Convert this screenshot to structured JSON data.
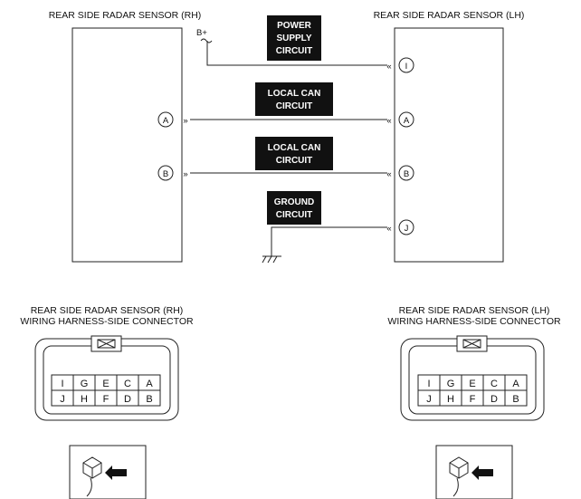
{
  "top": {
    "rh_title": "REAR SIDE RADAR SENSOR (RH)",
    "lh_title": "REAR SIDE RADAR SENSOR (LH)",
    "b_plus": "B+",
    "circuits": {
      "power": [
        "POWER",
        "SUPPLY",
        "CIRCUIT"
      ],
      "can1": [
        "LOCAL CAN",
        "CIRCUIT"
      ],
      "can2": [
        "LOCAL CAN",
        "CIRCUIT"
      ],
      "ground": [
        "GROUND",
        "CIRCUIT"
      ]
    },
    "pins": {
      "i": "I",
      "a_rh": "A",
      "a_lh": "A",
      "b_rh": "B",
      "b_lh": "B",
      "j": "J"
    }
  },
  "connectors": {
    "rh": {
      "title1": "REAR SIDE RADAR SENSOR (RH)",
      "title2": "WIRING HARNESS-SIDE CONNECTOR",
      "row1": [
        "I",
        "G",
        "E",
        "C",
        "A"
      ],
      "row2": [
        "J",
        "H",
        "F",
        "D",
        "B"
      ]
    },
    "lh": {
      "title1": "REAR SIDE RADAR SENSOR (LH)",
      "title2": "WIRING HARNESS-SIDE CONNECTOR",
      "row1": [
        "I",
        "G",
        "E",
        "C",
        "A"
      ],
      "row2": [
        "J",
        "H",
        "F",
        "D",
        "B"
      ]
    }
  }
}
